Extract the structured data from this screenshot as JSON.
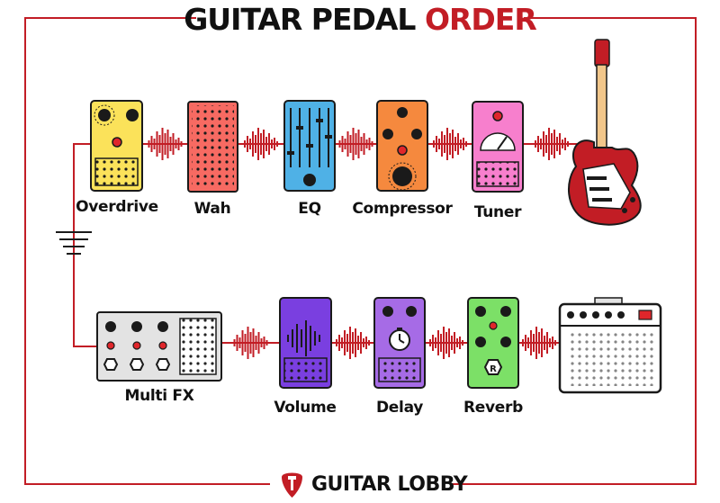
{
  "title": {
    "part1": "GUITAR PEDAL ",
    "part2": "ORDER"
  },
  "colors": {
    "accent": "#c21d25",
    "outline": "#1a1a1a"
  },
  "top_row": [
    {
      "label": "Overdrive",
      "color": "#fbe25a"
    },
    {
      "label": "Wah",
      "color": "#f76a62"
    },
    {
      "label": "EQ",
      "color": "#4fb1e6"
    },
    {
      "label": "Compressor",
      "color": "#f5893e"
    },
    {
      "label": "Tuner",
      "color": "#f77fcd"
    }
  ],
  "bottom_row": [
    {
      "label": "Multi FX",
      "color": "#e3e3e3"
    },
    {
      "label": "Volume",
      "color": "#7a3fe0"
    },
    {
      "label": "Delay",
      "color": "#a66be6"
    },
    {
      "label": "Reverb",
      "color": "#7ce067"
    }
  ],
  "endpoints": {
    "guitar": "guitar-icon",
    "amp": "amplifier-icon"
  },
  "brand": {
    "name": "GUITAR LOBBY",
    "logo": "guitar-pick-logo-icon"
  }
}
